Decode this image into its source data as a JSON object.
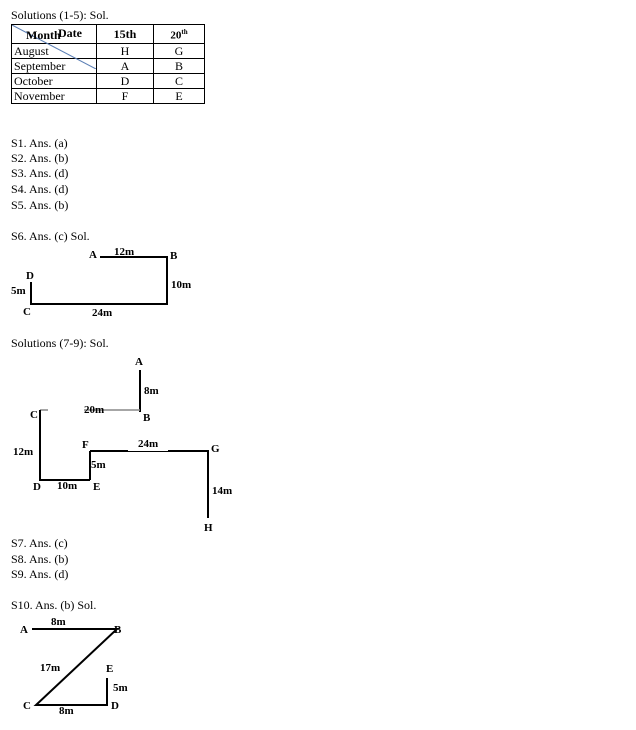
{
  "solutions_1_5": {
    "title": "Solutions (1-5): Sol.",
    "table": {
      "header_date": "Date",
      "header_month": "Month",
      "col1": "15th",
      "col2_main": "20",
      "col2_sup": "th",
      "rows": [
        {
          "month": "August",
          "c1": "H",
          "c2": "G"
        },
        {
          "month": "September",
          "c1": "A",
          "c2": "B"
        },
        {
          "month": "October",
          "c1": "D",
          "c2": "C"
        },
        {
          "month": "November",
          "c1": "F",
          "c2": "E"
        }
      ]
    },
    "answers": [
      "S1. Ans. (a)",
      "S2. Ans. (b)",
      "S3. Ans. (d)",
      "S4. Ans. (d)",
      "S5. Ans. (b)"
    ]
  },
  "s6": {
    "title": "S6. Ans. (c) Sol.",
    "labels": {
      "A": "A",
      "B": "B",
      "C": "C",
      "D": "D",
      "ab": "12m",
      "bc": "10m",
      "cd": "24m",
      "d": "5m"
    }
  },
  "solutions_7_9": {
    "title": "Solutions (7-9): Sol.",
    "labels": {
      "A": "A",
      "B": "B",
      "C": "C",
      "D": "D",
      "E": "E",
      "F": "F",
      "G": "G",
      "H": "H",
      "ab": "8m",
      "bc": "20m",
      "cd": "12m",
      "de": "10m",
      "ef": "5m",
      "fg": "24m",
      "gh": "14m"
    },
    "answers": [
      "S7. Ans. (c)",
      "S8. Ans. (b)",
      "S9. Ans. (d)"
    ]
  },
  "s10": {
    "title": "S10. Ans. (b) Sol.",
    "labels": {
      "A": "A",
      "B": "B",
      "C": "C",
      "D": "D",
      "E": "E",
      "ab": "8m",
      "bc": "17m",
      "cd": "8m",
      "de": "5m"
    }
  }
}
